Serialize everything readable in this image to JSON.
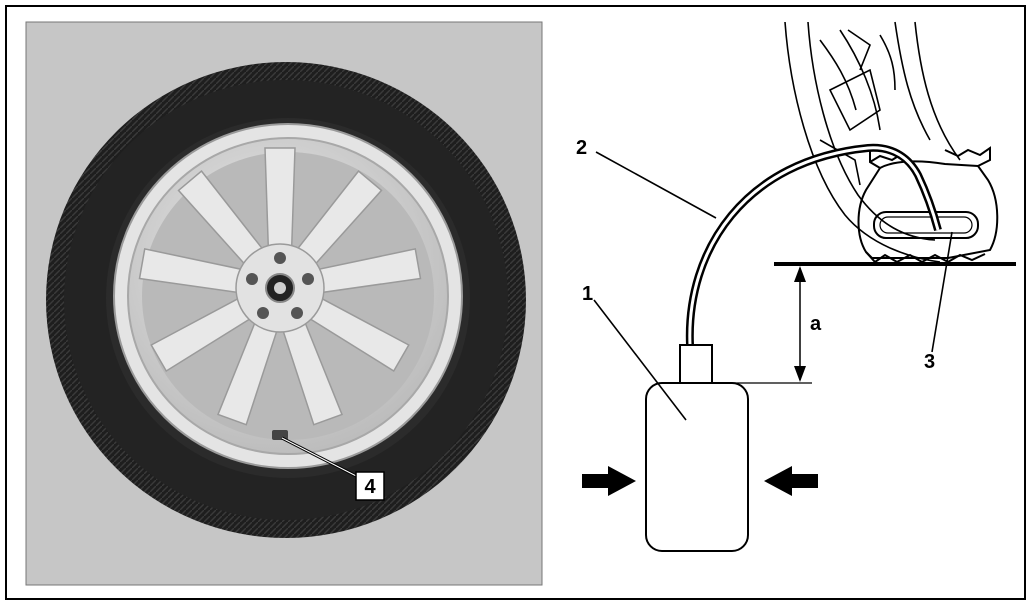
{
  "callouts": {
    "valve_label": "4",
    "bottle_label": "1",
    "hose_label": "2",
    "tyre_outlet_label": "3",
    "height_label": "a"
  },
  "colors": {
    "photo_background": "#c8c8c8",
    "tyre": "#1c1c1c",
    "rim": "#dcdcdc",
    "line": "#000000"
  }
}
